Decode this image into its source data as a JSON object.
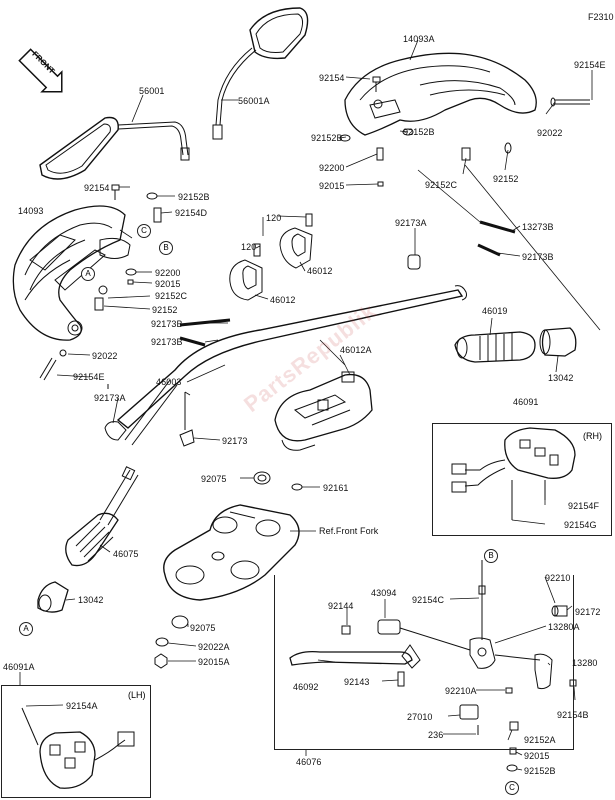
{
  "figure_id": "F2310",
  "front_label": "FRONT",
  "watermark": "PartsRepublik",
  "box_rh_tag": "(RH)",
  "box_lh_tag": "(LH)",
  "ref_front_fork": "Ref.Front Fork",
  "circle_markers": [
    "A",
    "B",
    "C"
  ],
  "part_labels": [
    {
      "id": "l01",
      "text": "14093A"
    },
    {
      "id": "l02",
      "text": "92154E"
    },
    {
      "id": "l03",
      "text": "92154"
    },
    {
      "id": "l04",
      "text": "56001"
    },
    {
      "id": "l05",
      "text": "56001A"
    },
    {
      "id": "l06",
      "text": "92152B"
    },
    {
      "id": "l07",
      "text": "92152B"
    },
    {
      "id": "l08",
      "text": "92022"
    },
    {
      "id": "l09",
      "text": "92200"
    },
    {
      "id": "l10",
      "text": "92015"
    },
    {
      "id": "l11",
      "text": "92152C"
    },
    {
      "id": "l12",
      "text": "92152"
    },
    {
      "id": "l13",
      "text": "92154"
    },
    {
      "id": "l14",
      "text": "92152B"
    },
    {
      "id": "l15",
      "text": "14093"
    },
    {
      "id": "l16",
      "text": "92154D"
    },
    {
      "id": "l17",
      "text": "120"
    },
    {
      "id": "l18",
      "text": "92173A"
    },
    {
      "id": "l19",
      "text": "13273B"
    },
    {
      "id": "l20",
      "text": "120"
    },
    {
      "id": "l21",
      "text": "46012"
    },
    {
      "id": "l22",
      "text": "92200"
    },
    {
      "id": "l23",
      "text": "92015"
    },
    {
      "id": "l24",
      "text": "92152C"
    },
    {
      "id": "l25",
      "text": "92152"
    },
    {
      "id": "l26",
      "text": "46012"
    },
    {
      "id": "l27",
      "text": "92173B"
    },
    {
      "id": "l28",
      "text": "46019"
    },
    {
      "id": "l29",
      "text": "92173B"
    },
    {
      "id": "l30",
      "text": "92173B"
    },
    {
      "id": "l31",
      "text": "92022"
    },
    {
      "id": "l32",
      "text": "46012A"
    },
    {
      "id": "l33",
      "text": "92154E"
    },
    {
      "id": "l34",
      "text": "46003"
    },
    {
      "id": "l35",
      "text": "13042"
    },
    {
      "id": "l36",
      "text": "92173A"
    },
    {
      "id": "l37",
      "text": "46091"
    },
    {
      "id": "l38",
      "text": "92173"
    },
    {
      "id": "l39",
      "text": "92154F"
    },
    {
      "id": "l40",
      "text": "92075"
    },
    {
      "id": "l41",
      "text": "92161"
    },
    {
      "id": "l42",
      "text": "92154G"
    },
    {
      "id": "l43",
      "text": "46075"
    },
    {
      "id": "l44",
      "text": "13042"
    },
    {
      "id": "l45",
      "text": "92075"
    },
    {
      "id": "l46",
      "text": "92022A"
    },
    {
      "id": "l47",
      "text": "92015A"
    },
    {
      "id": "l48",
      "text": "46091A"
    },
    {
      "id": "l49",
      "text": "92154A"
    },
    {
      "id": "l50",
      "text": "92210"
    },
    {
      "id": "l51",
      "text": "43094"
    },
    {
      "id": "l52",
      "text": "92154C"
    },
    {
      "id": "l53",
      "text": "92144"
    },
    {
      "id": "l54",
      "text": "92172"
    },
    {
      "id": "l55",
      "text": "13280A"
    },
    {
      "id": "l56",
      "text": "13280"
    },
    {
      "id": "l57",
      "text": "46092"
    },
    {
      "id": "l58",
      "text": "92143"
    },
    {
      "id": "l59",
      "text": "92210A"
    },
    {
      "id": "l60",
      "text": "92154B"
    },
    {
      "id": "l61",
      "text": "27010"
    },
    {
      "id": "l62",
      "text": "236"
    },
    {
      "id": "l63",
      "text": "92152A"
    },
    {
      "id": "l64",
      "text": "92015"
    },
    {
      "id": "l65",
      "text": "46076"
    },
    {
      "id": "l66",
      "text": "92152B"
    }
  ]
}
